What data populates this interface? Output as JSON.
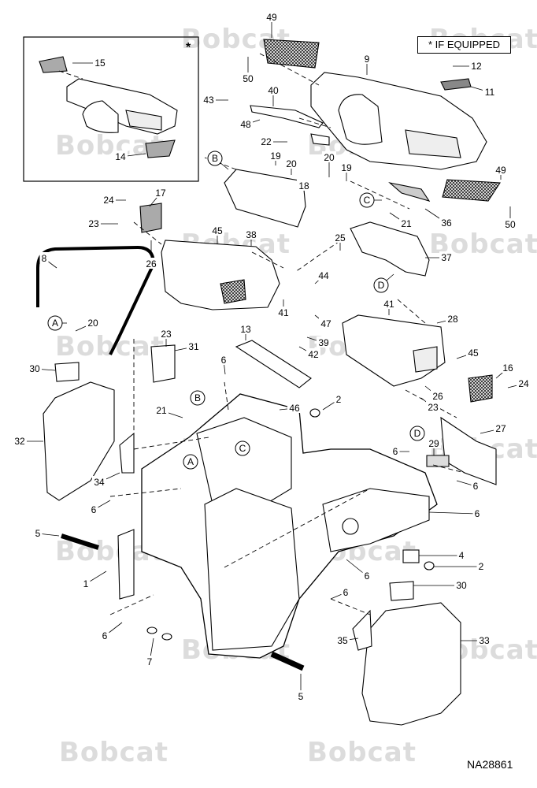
{
  "legend": {
    "text": "* IF EQUIPPED"
  },
  "figure_id": "NA28861",
  "watermark": {
    "text": "Bobcat"
  },
  "inset": {
    "marker": "*"
  },
  "callouts": [
    {
      "label": "49"
    },
    {
      "label": "50"
    },
    {
      "label": "9"
    },
    {
      "label": "12"
    },
    {
      "label": "11"
    },
    {
      "label": "15"
    },
    {
      "label": "14"
    },
    {
      "label": "43"
    },
    {
      "label": "40"
    },
    {
      "label": "48"
    },
    {
      "label": "22"
    },
    {
      "label": "B"
    },
    {
      "label": "19"
    },
    {
      "label": "20"
    },
    {
      "label": "18"
    },
    {
      "label": "20"
    },
    {
      "label": "19"
    },
    {
      "label": "C"
    },
    {
      "label": "49"
    },
    {
      "label": "36"
    },
    {
      "label": "21"
    },
    {
      "label": "50"
    },
    {
      "label": "24"
    },
    {
      "label": "17"
    },
    {
      "label": "23"
    },
    {
      "label": "26"
    },
    {
      "label": "45"
    },
    {
      "label": "38"
    },
    {
      "label": "25"
    },
    {
      "label": "37"
    },
    {
      "label": "D"
    },
    {
      "label": "8"
    },
    {
      "label": "44"
    },
    {
      "label": "41"
    },
    {
      "label": "41"
    },
    {
      "label": "47"
    },
    {
      "label": "28"
    },
    {
      "label": "A"
    },
    {
      "label": "20"
    },
    {
      "label": "39"
    },
    {
      "label": "42"
    },
    {
      "label": "23"
    },
    {
      "label": "31"
    },
    {
      "label": "13"
    },
    {
      "label": "45"
    },
    {
      "label": "30"
    },
    {
      "label": "6"
    },
    {
      "label": "16"
    },
    {
      "label": "24"
    },
    {
      "label": "B"
    },
    {
      "label": "26"
    },
    {
      "label": "23"
    },
    {
      "label": "2"
    },
    {
      "label": "21"
    },
    {
      "label": "46"
    },
    {
      "label": "32"
    },
    {
      "label": "C"
    },
    {
      "label": "D"
    },
    {
      "label": "27"
    },
    {
      "label": "A"
    },
    {
      "label": "29"
    },
    {
      "label": "6"
    },
    {
      "label": "34"
    },
    {
      "label": "6"
    },
    {
      "label": "6"
    },
    {
      "label": "6"
    },
    {
      "label": "5"
    },
    {
      "label": "4"
    },
    {
      "label": "2"
    },
    {
      "label": "1"
    },
    {
      "label": "6"
    },
    {
      "label": "30"
    },
    {
      "label": "6"
    },
    {
      "label": "6"
    },
    {
      "label": "35"
    },
    {
      "label": "33"
    },
    {
      "label": "7"
    },
    {
      "label": "5"
    }
  ]
}
